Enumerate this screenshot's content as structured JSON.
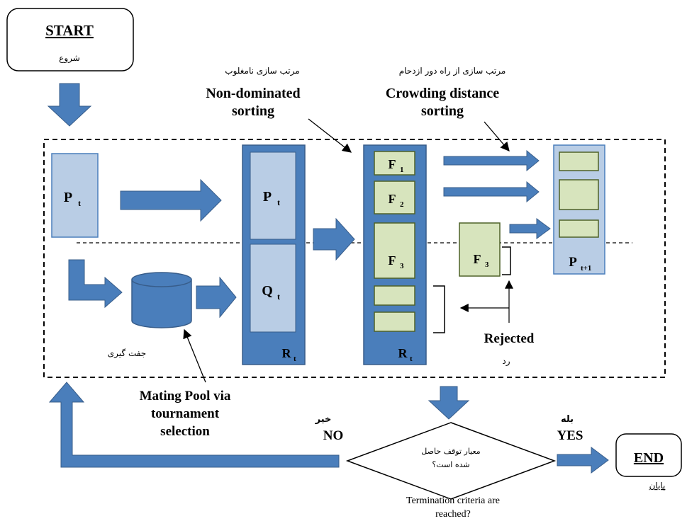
{
  "start": {
    "label": "START",
    "sub": "شروع"
  },
  "end": {
    "label": "END",
    "sub": "پایان"
  },
  "annotations": {
    "nondom_fa": "مرتب سازی نامغلوب",
    "nondom_line1": "Non-dominated",
    "nondom_line2": "sorting",
    "crowd_fa": "مرتب سازی از راه دور ازدحام",
    "crowd_line1": "Crowding distance",
    "crowd_line2": "sorting",
    "mating_fa": "جفت گیری",
    "mating_line1": "Mating Pool via",
    "mating_line2": "tournament",
    "mating_line3": "selection",
    "rejected": "Rejected",
    "rejected_fa": "رد"
  },
  "population": {
    "pt": "P",
    "pt_sub": "t",
    "qt": "Q",
    "qt_sub": "t",
    "rt": "R",
    "rt_sub": "t",
    "pnext": "P",
    "pnext_sub": "t+1"
  },
  "fronts": {
    "f": "F",
    "f1_sub": "1",
    "f2_sub": "2",
    "f3_sub": "3"
  },
  "decision": {
    "line1_fa": "معیار توقف حاصل",
    "line2_fa": "شده است؟",
    "caption_line1": "Termination criteria are",
    "caption_line2": "reached?",
    "no_fa": "خیر",
    "no": "NO",
    "yes_fa": "بله",
    "yes": "YES"
  },
  "colors": {
    "dark_blue": "#4a7ebb",
    "light_blue": "#b9cde5",
    "box_green": "#d7e4bd",
    "green_border": "#4f6228",
    "arrow_blue": "#4a7ebb"
  }
}
